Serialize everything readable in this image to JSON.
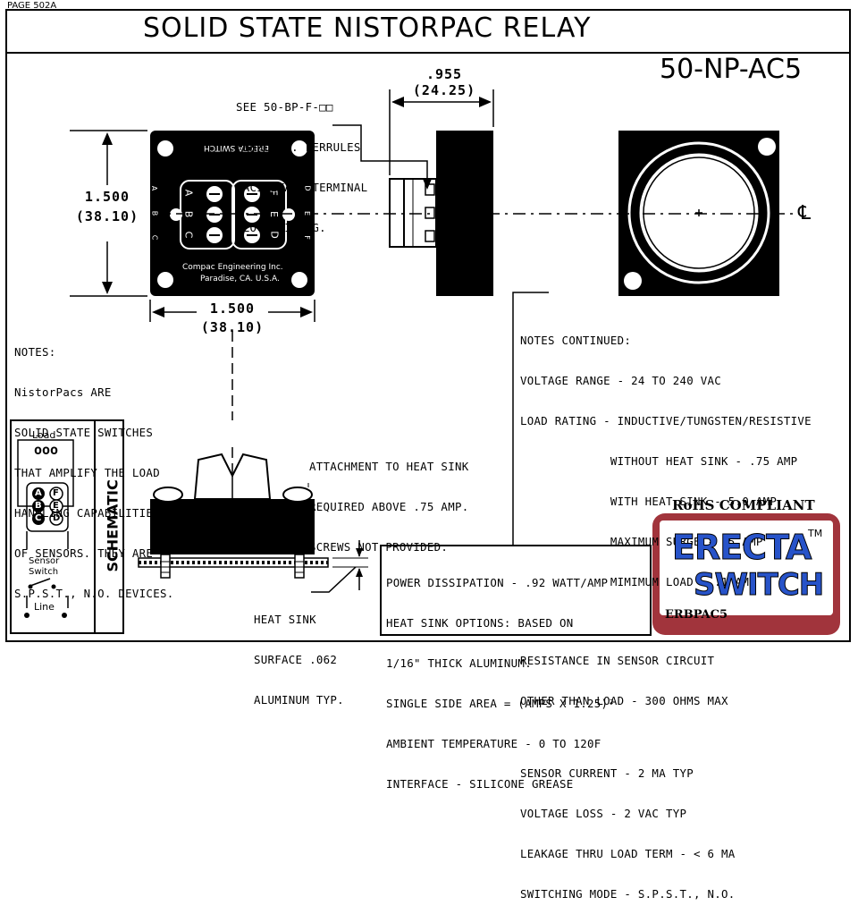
{
  "page_label": "PAGE 502A",
  "title": "SOLID STATE NISTORPAC RELAY",
  "part_number": "50-NP-AC5",
  "ferrule_note": [
    "SEE 50-BP-F-□□",
    "FERRULES. FERRULES",
    "FACILITATE TERMINAL",
    "BLOCK WIRING."
  ],
  "dims": {
    "depth_in": ".955",
    "depth_mm": "(24.25)",
    "height_in": "1.500",
    "height_mm": "(38.10)",
    "width_in": "1.500",
    "width_mm": "(38.10)"
  },
  "front_view": {
    "brand": "ERECTA SWITCH",
    "left_letters": [
      "A",
      "B",
      "C"
    ],
    "right_letters": [
      "D",
      "E",
      "F"
    ],
    "terminal_left": [
      "A",
      "B",
      "C"
    ],
    "terminal_right": [
      "F",
      "E",
      "D"
    ],
    "maker_line1": "Compac Engineering Inc.",
    "maker_line2": "Paradise, CA. U.S.A."
  },
  "centerline_symbol": "℄",
  "notes": [
    "NOTES:",
    "NistorPacs ARE",
    "SOLID STATE SWITCHES",
    "THAT AMPLIFY THE LOAD",
    "HANDLING CAPABILITIES",
    "OF SENSORS. THEY ARE",
    "S.P.S.T., N.O. DEVICES."
  ],
  "notes_continued": {
    "lines": [
      "NOTES CONTINUED:",
      "VOLTAGE RANGE - 24 TO 240 VAC",
      "LOAD RATING - INDUCTIVE/TUNGSTEN/RESISTIVE",
      "             WITHOUT HEAT SINK - .75 AMP",
      "             WITH HEAT SINK - 5.0 AMP",
      "             MAXIMUM SURGE - 15 AMP",
      "             MIMIMUM LOAD - .1 AMP"
    ],
    "resistance": [
      "RESISTANCE IN SENSOR CIRCUIT",
      "OTHER THAN LOAD - 300 OHMS MAX"
    ],
    "sensor": [
      "SENSOR CURRENT - 2 MA TYP",
      "VOLTAGE LOSS - 2 VAC TYP",
      "LEAKAGE THRU LOAD TERM - < 6 MA",
      "SWITCHING MODE - S.P.S.T., N.O."
    ]
  },
  "attachment_note": [
    "ATTACHMENT TO HEAT SINK",
    "REQUIRED ABOVE .75 AMP.",
    "SCREWS NOT PROVIDED."
  ],
  "heat_sink_note": [
    "HEAT SINK",
    "SURFACE .062",
    "ALUMINUM TYP."
  ],
  "power_notes": [
    "POWER DISSIPATION - .92 WATT/AMP",
    "HEAT SINK OPTIONS: BASED ON",
    "1/16\" THICK ALUMINUM.",
    "SINGLE SIDE AREA = (AMPS X 1.25)²",
    "AMBIENT TEMPERATURE - 0 TO 120F",
    "INTERFACE - SILICONE GREASE"
  ],
  "schematic": {
    "vertical_label": "SCHEMATIC",
    "load_label": "Load",
    "sensor_label_1": "Sensor",
    "sensor_label_2": "Switch",
    "line_label": "Line",
    "terminals": [
      "A",
      "B",
      "C",
      "F",
      "E",
      "D"
    ]
  },
  "rohs": "RoHS COMPLIANT",
  "logo": {
    "line1": "ERECTA",
    "line2": "SWITCH",
    "tm": "TM"
  },
  "catalog_code": "ERBPAC5"
}
